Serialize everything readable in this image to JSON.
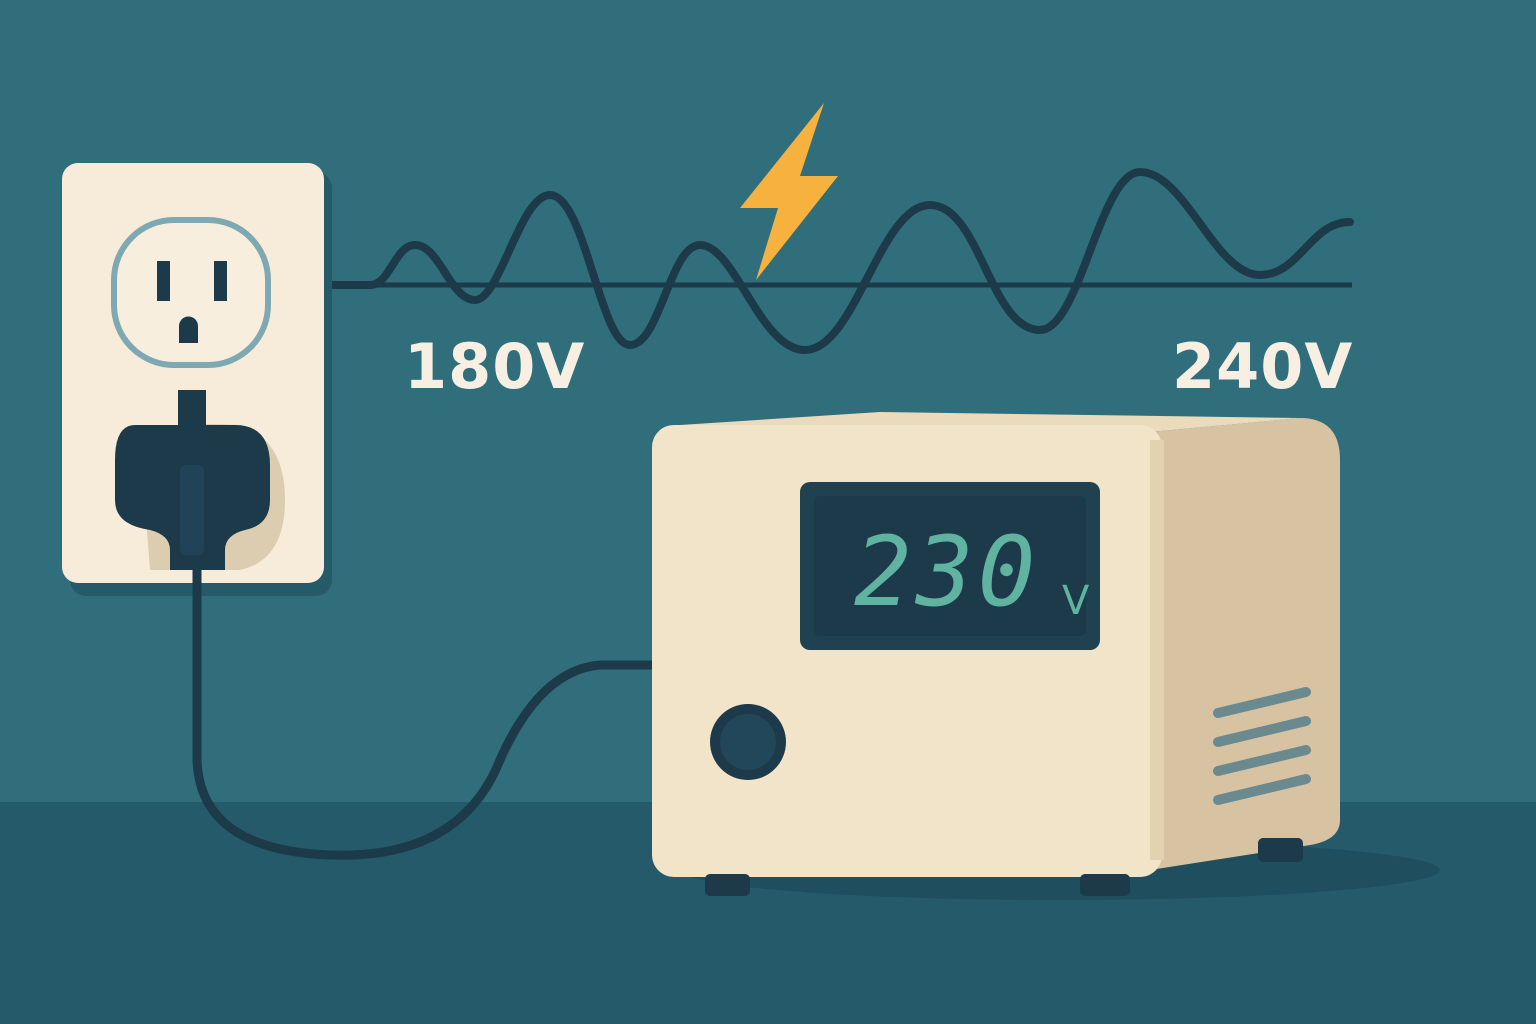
{
  "scene": {
    "description": "Voltage stabilizer illustration: wall outlet with plug, fluctuating voltage waveform, lightning bolt, stabilizer box with digital display",
    "colors": {
      "background": "#316e7c",
      "floor": "#245a6a",
      "outlet_plate": "#f6ecd9",
      "outlet_ring": "#7ea9b3",
      "plug": "#1d3a4b",
      "wave": "#1d3a4b",
      "bolt": "#f6b13e",
      "box_front": "#f2e4c8",
      "box_side": "#d7c3a2",
      "display_bg": "#1d3a4b",
      "display_digits": "#5fb3a0",
      "vents": "#6b8a8f"
    }
  },
  "labels": {
    "low_voltage": "180V",
    "high_voltage": "240V"
  },
  "display": {
    "reading": "230",
    "unit": "V"
  },
  "icons": [
    "outlet-icon",
    "plug-icon",
    "lightning-bolt-icon",
    "power-knob-icon",
    "vent-icon"
  ]
}
